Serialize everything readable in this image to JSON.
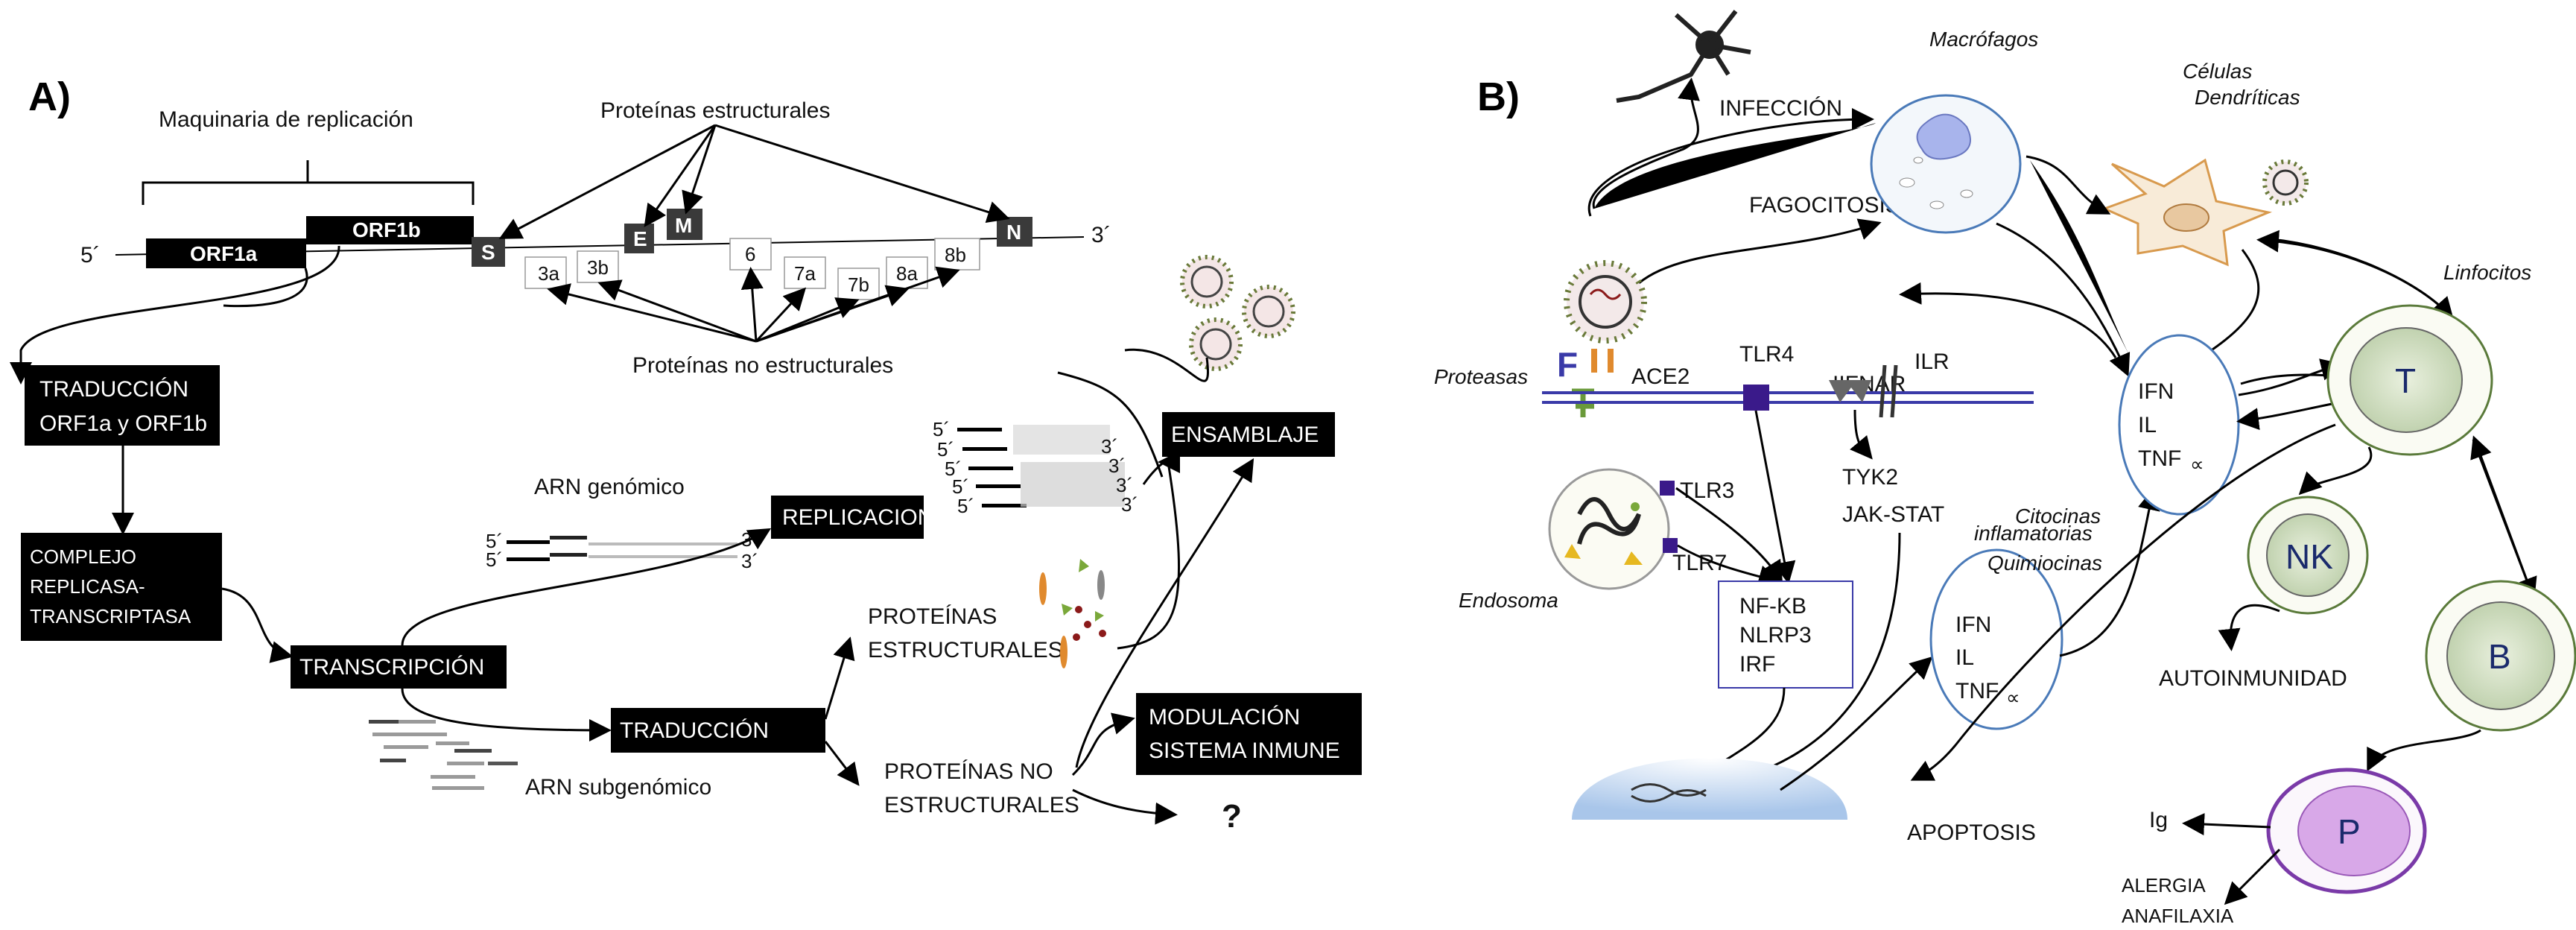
{
  "panel_a": {
    "label": "A)",
    "machinery": "Maquinaria de replicación",
    "structural_proteins": "Proteínas estructurales",
    "nonstructural_proteins": "Proteínas no estructurales",
    "five_prime": "5´",
    "three_prime": "3´",
    "genes": {
      "orf1a": "ORF1a",
      "orf1b": "ORF1b",
      "s": "S",
      "e": "E",
      "m": "M",
      "n": "N",
      "g3a": "3a",
      "g3b": "3b",
      "g6": "6",
      "g7a": "7a",
      "g7b": "7b",
      "g8a": "8a",
      "g8b": "8b"
    },
    "boxes": {
      "traduccion1_l1": "TRADUCCIÓN",
      "traduccion1_l2": "ORF1a y ORF1b",
      "complejo_l1": "COMPLEJO",
      "complejo_l2": "REPLICASA-",
      "complejo_l3": "TRANSCRIPTASA",
      "transcripcion": "TRANSCRIPCIÓN",
      "replicacion": "REPLICACION",
      "traduccion2": "TRADUCCIÓN",
      "ensamblaje": "ENSAMBLAJE",
      "modulacion_l1": "MODULACIÓN",
      "modulacion_l2": "SISTEMA INMUNE"
    },
    "arn_genomico": "ARN genómico",
    "arn_subgenomico": "ARN subgenómico",
    "proteinas_estructurales_l1": "PROTEÍNAS",
    "proteinas_estructurales_l2": "ESTRUCTURALES",
    "proteinas_no_l1": "PROTEÍNAS NO",
    "proteinas_no_l2": "ESTRUCTURALES",
    "question": "?",
    "rna_5": "5´",
    "rna_3": "3´"
  },
  "panel_b": {
    "label": "B)",
    "infeccion": "INFECCIÓN",
    "fagocitosis": "FAGOCITOSIS",
    "macrofagos": "Macrófagos",
    "celulas_l1": "Células",
    "celulas_l2": "Dendríticas",
    "linfocitos": "Linfocitos",
    "proteasas": "Proteasas",
    "ace2": "ACE2",
    "tlr4": "TLR4",
    "iifnar": "IIFNAR",
    "ilr": "ILR",
    "tlr3": "TLR3",
    "tlr7": "TLR7",
    "endosoma": "Endosoma",
    "tyk2": "TYK2",
    "jakstat": "JAK-STAT",
    "nfkb": "NF-KB",
    "nlrp3": "NLRP3",
    "irf": "IRF",
    "citocinas_l1": "Citocinas",
    "citocinas_l2": "inflamatorias",
    "citocinas_l3": "Quimiocinas",
    "ifn": "IFN",
    "il": "IL",
    "tnf": "TNF",
    "tnf_sub": "∝",
    "t": "T",
    "nk": "NK",
    "b": "B",
    "p": "P",
    "autoinmunidad": "AUTOINMUNIDAD",
    "apoptosis": "APOPTOSIS",
    "ig": "Ig",
    "alergia": "ALERGIA",
    "anafilaxia": "ANAFILAXIA"
  },
  "colors": {
    "box_black": "#000000",
    "gene_dark": "#3a3a3a",
    "membrane_blue": "#3a3aa8",
    "nucleus_blue": "#bcd3ee",
    "cell_green": "#d6e2c8",
    "p_cell": "#d8a8e8",
    "dendritic": "#f6e2c8"
  }
}
